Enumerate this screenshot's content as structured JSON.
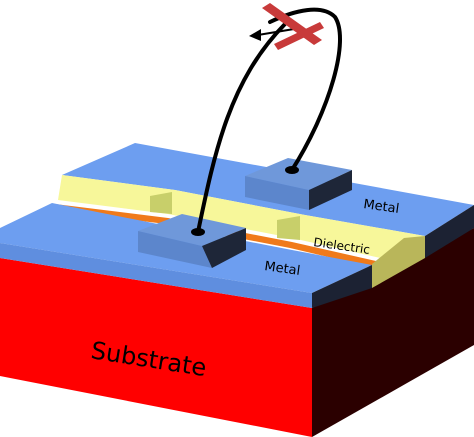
{
  "labels": {
    "substrate": "Substrate",
    "metal_top": "Metal",
    "metal_bottom": "Metal",
    "dielectric": "Dielectric"
  },
  "colors": {
    "substrate_front": "#ff0000",
    "substrate_side": "#2b0000",
    "metal_face": "#6d9ef0",
    "metal_side": "#1c2233",
    "dielectric_face": "#f7f79a",
    "dielectric_edge": "#f07a1a",
    "pad_face": "#6f98da",
    "pad_side": "#1e2638",
    "wire": "#000000",
    "marker": "#c83a3a"
  },
  "icons": {
    "arrow": "arrow-left-icon",
    "marker": "cross-marker-icon"
  }
}
